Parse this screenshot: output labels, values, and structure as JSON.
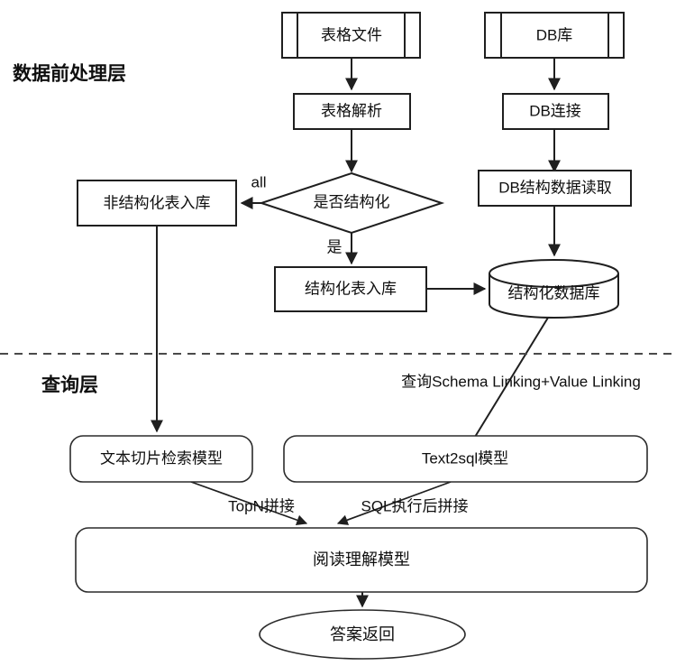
{
  "diagram": {
    "background": "#ffffff",
    "stroke_color": "#1f1f1f",
    "text_color": "#0f0f0f",
    "divider_color": "#4a4a4a"
  },
  "layers": [
    {
      "id": "preprocess",
      "title": "数据前处理层"
    },
    {
      "id": "query",
      "title": "查询层"
    }
  ],
  "nodes": {
    "table_file": {
      "label": "表格文件",
      "shape": "predefined-process"
    },
    "db_source": {
      "label": "DB库",
      "shape": "predefined-process"
    },
    "table_parse": {
      "label": "表格解析",
      "shape": "process"
    },
    "db_connect": {
      "label": "DB连接",
      "shape": "process"
    },
    "unstructured_store": {
      "label": "非结构化表入库",
      "shape": "process"
    },
    "is_structured": {
      "label": "是否结构化",
      "shape": "decision"
    },
    "db_schema_read": {
      "label": "DB结构数据读取",
      "shape": "process"
    },
    "structured_store": {
      "label": "结构化表入库",
      "shape": "process"
    },
    "structured_db": {
      "label": "结构化数据库",
      "shape": "cylinder"
    },
    "text_chunk_retrieval": {
      "label": "文本切片检索模型",
      "shape": "rounded-process"
    },
    "text2sql": {
      "label": "Text2sql模型",
      "shape": "rounded-process"
    },
    "reading_comprehension": {
      "label": "阅读理解模型",
      "shape": "rounded-process"
    },
    "answer_return": {
      "label": "答案返回",
      "shape": "terminator"
    }
  },
  "edge_labels": {
    "all": "all",
    "yes": "是",
    "schema_value_linking": "查询Schema Linking+Value Linking",
    "topn_concat": "TopN拼接",
    "sql_exec_concat": "SQL执行后拼接"
  }
}
